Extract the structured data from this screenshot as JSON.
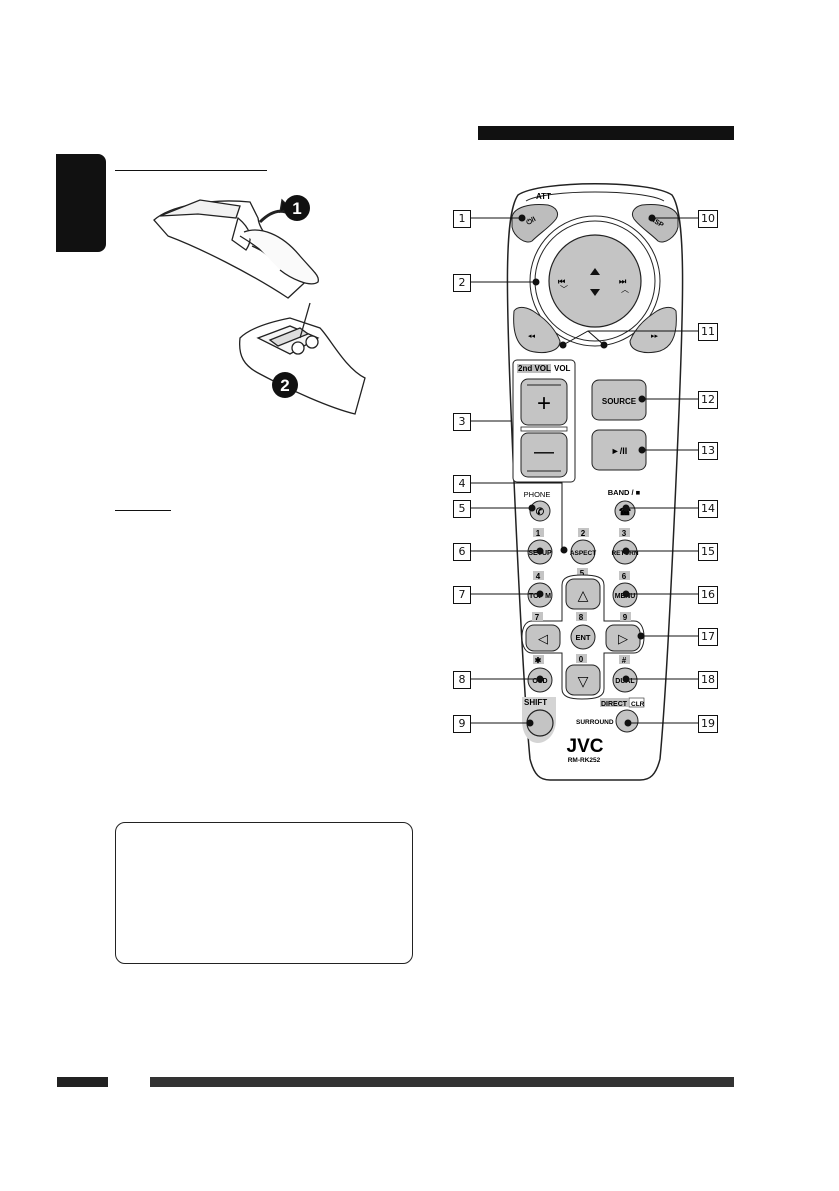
{
  "remote": {
    "brand": "JVC",
    "model": "RM-RK252",
    "labels": {
      "att": "ATT",
      "power": "⏻/I",
      "disp": "DISP",
      "vol_2nd": "2nd VOL",
      "vol": "VOL",
      "plus": "+",
      "minus": "—",
      "source": "SOURCE",
      "play_pause": "►/II",
      "phone": "PHONE",
      "band": "BAND / ■",
      "setup": "SETUP",
      "aspect": "ASPECT",
      "return": "RETURN",
      "topm": "TOP M",
      "menu": "MENU",
      "ent": "ENT",
      "osd": "OSD",
      "dual": "DUAL",
      "shift": "SHIFT",
      "surround": "SURROUND",
      "direct": "DIRECT",
      "clr": "CLR",
      "num1": "1",
      "num2": "2",
      "num3": "3",
      "num4": "4",
      "num5": "5",
      "num6": "6",
      "num7": "7",
      "num8": "8",
      "num9": "9",
      "num0": "0",
      "star": "✱",
      "hash": "#"
    }
  },
  "callouts": {
    "c1": "1",
    "c2": "2",
    "c3": "3",
    "c4": "4",
    "c5": "5",
    "c6": "6",
    "c7": "7",
    "c8": "8",
    "c9": "9",
    "c10": "10",
    "c11": "11",
    "c12": "12",
    "c13": "13",
    "c14": "14",
    "c15": "15",
    "c16": "16",
    "c17": "17",
    "c18": "18",
    "c19": "19"
  }
}
